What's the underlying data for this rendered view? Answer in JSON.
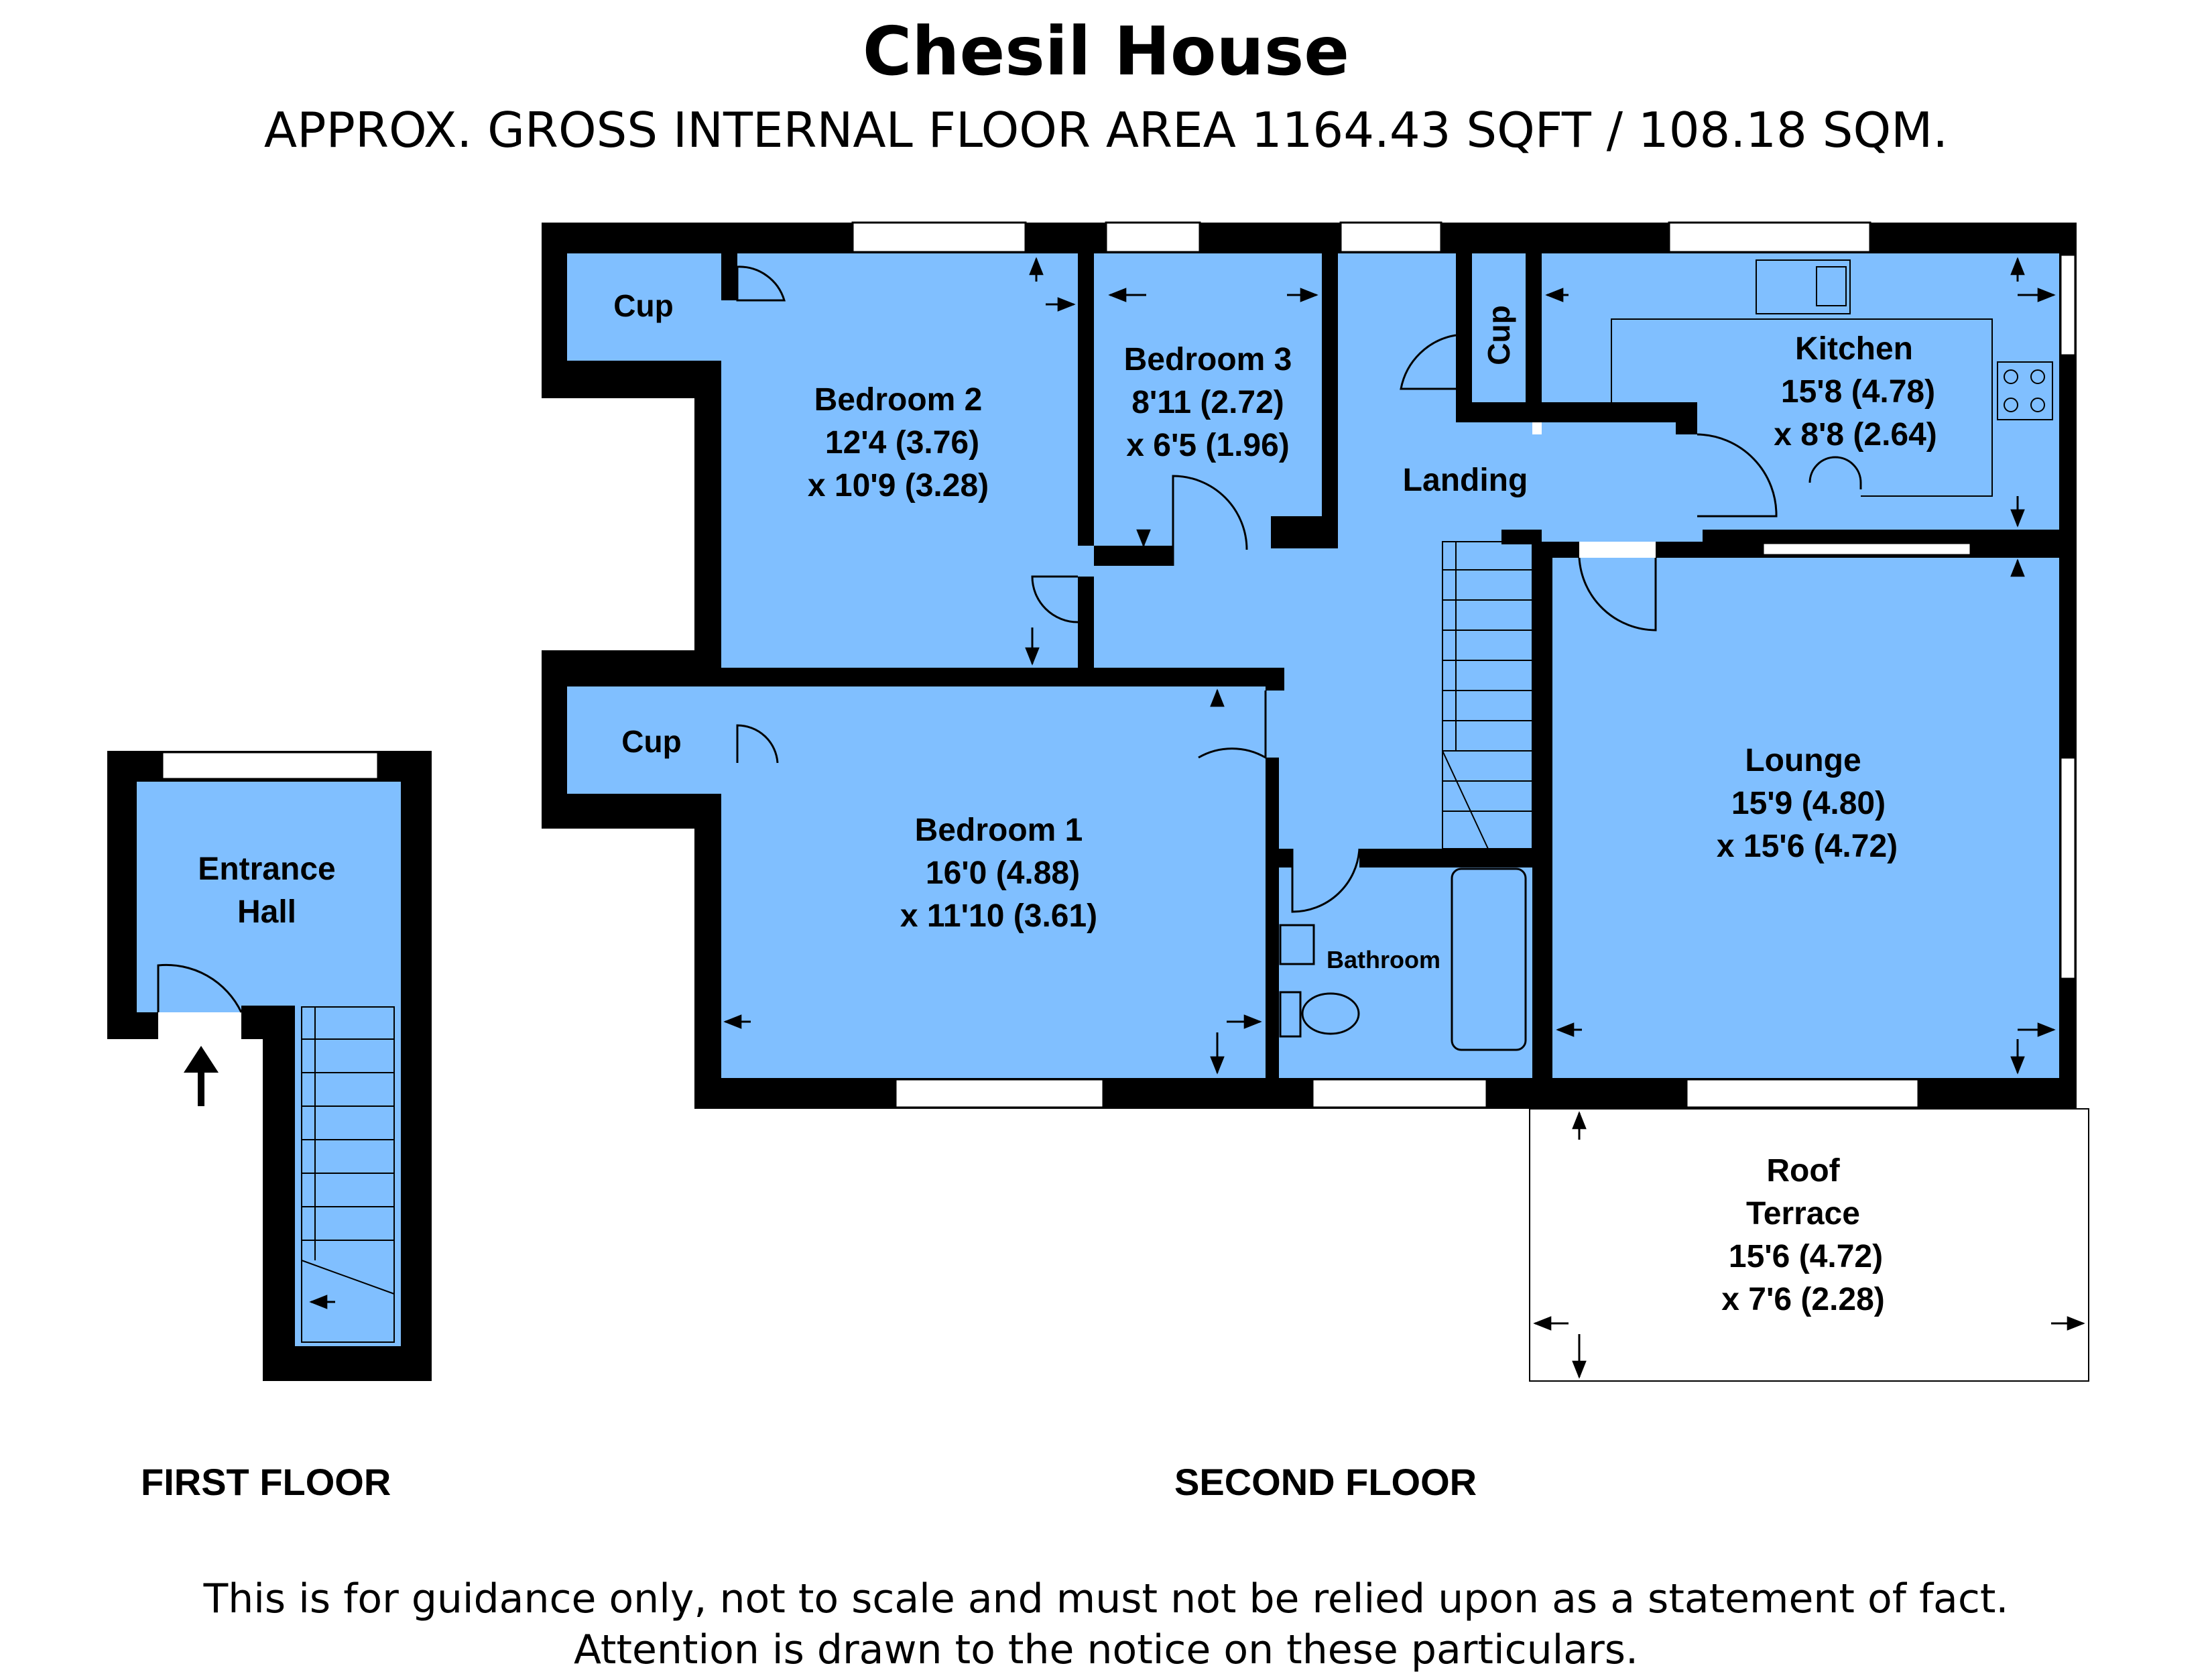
{
  "header": {
    "title": "Chesil House",
    "subtitle": "APPROX. GROSS INTERNAL FLOOR AREA 1164.43 SQFT / 108.18 SQM."
  },
  "floors": {
    "first": "FIRST FLOOR",
    "second": "SECOND FLOOR"
  },
  "rooms": {
    "cup_a": "Cup",
    "cup_b": "Cup",
    "cup_c": "Cup",
    "bedroom2": {
      "name": "Bedroom 2",
      "dim1": "12'4 (3.76)",
      "dim2": "x 10'9 (3.28)"
    },
    "bedroom3": {
      "name": "Bedroom 3",
      "dim1": "8'11 (2.72)",
      "dim2": "x 6'5 (1.96)"
    },
    "landing": "Landing",
    "kitchen": {
      "name": "Kitchen",
      "dim1": "15'8 (4.78)",
      "dim2": "x 8'8 (2.64)"
    },
    "bedroom1": {
      "name": "Bedroom 1",
      "dim1": "16'0 (4.88)",
      "dim2": "x 11'10 (3.61)"
    },
    "lounge": {
      "name": "Lounge",
      "dim1": "15'9 (4.80)",
      "dim2": "x 15'6 (4.72)"
    },
    "bathroom": "Bathroom",
    "entrance": {
      "line1": "Entrance",
      "line2": "Hall"
    },
    "terrace": {
      "line1": "Roof",
      "line2": "Terrace",
      "dim1": "15'6 (4.72)",
      "dim2": "x 7'6 (2.28)"
    }
  },
  "footer": {
    "line1": "This is for guidance only, not to scale and must not be relied upon as a statement of fact.",
    "line2": "Attention is drawn to the notice on these particulars."
  },
  "colors": {
    "room_fill": "#80BFFF",
    "wall": "#000000",
    "window": "#FFFFFF"
  }
}
